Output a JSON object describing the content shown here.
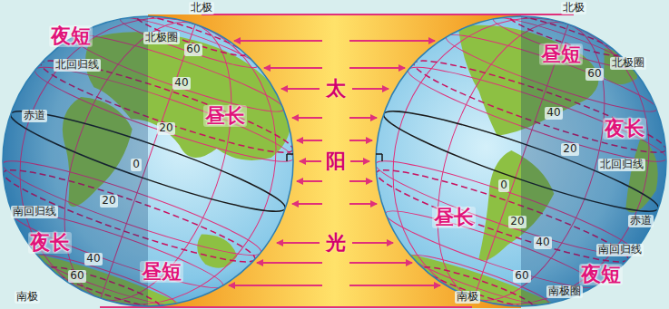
{
  "diagram": {
    "labels": [
      "北极",
      "北极圈",
      "60",
      "夜短",
      "北回归线",
      "40",
      "昼长",
      "20",
      "赤道",
      "0",
      "南回归线",
      "20",
      "夜长",
      "40",
      "昼短",
      "60",
      "南极",
      "太",
      "阳",
      "光",
      "北极",
      "昼短",
      "60",
      "北极圈",
      "40",
      "夜长",
      "20",
      "北回归线",
      "赤道",
      "0",
      "20",
      "昼长",
      "40",
      "南回归线",
      "夜短",
      "60",
      "南极圈",
      "南极"
    ]
  }
}
